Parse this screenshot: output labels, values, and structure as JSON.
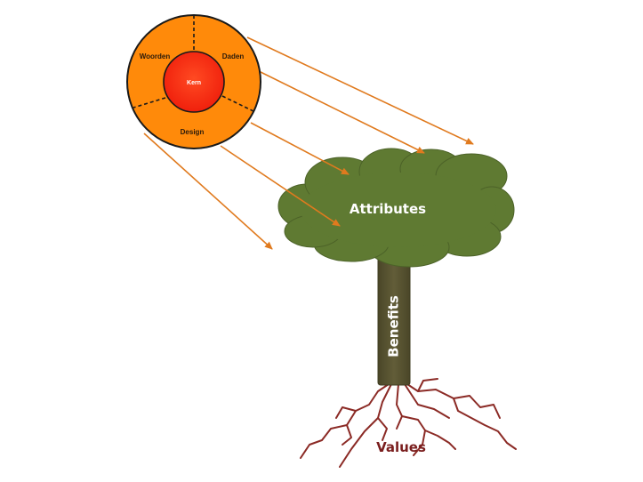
{
  "circle": {
    "segments": [
      "Woorden",
      "Daden",
      "Design"
    ],
    "core": "Kern"
  },
  "tree": {
    "crown": "Attributes",
    "trunk": "Benefits",
    "roots": "Values"
  },
  "colors": {
    "outer_ring": "#ff8a0a",
    "core": "#ff2a10",
    "arrow": "#e07a1e",
    "crown": "#5f7a32",
    "trunk": "#5a5634",
    "roots": "#8b2a25"
  }
}
